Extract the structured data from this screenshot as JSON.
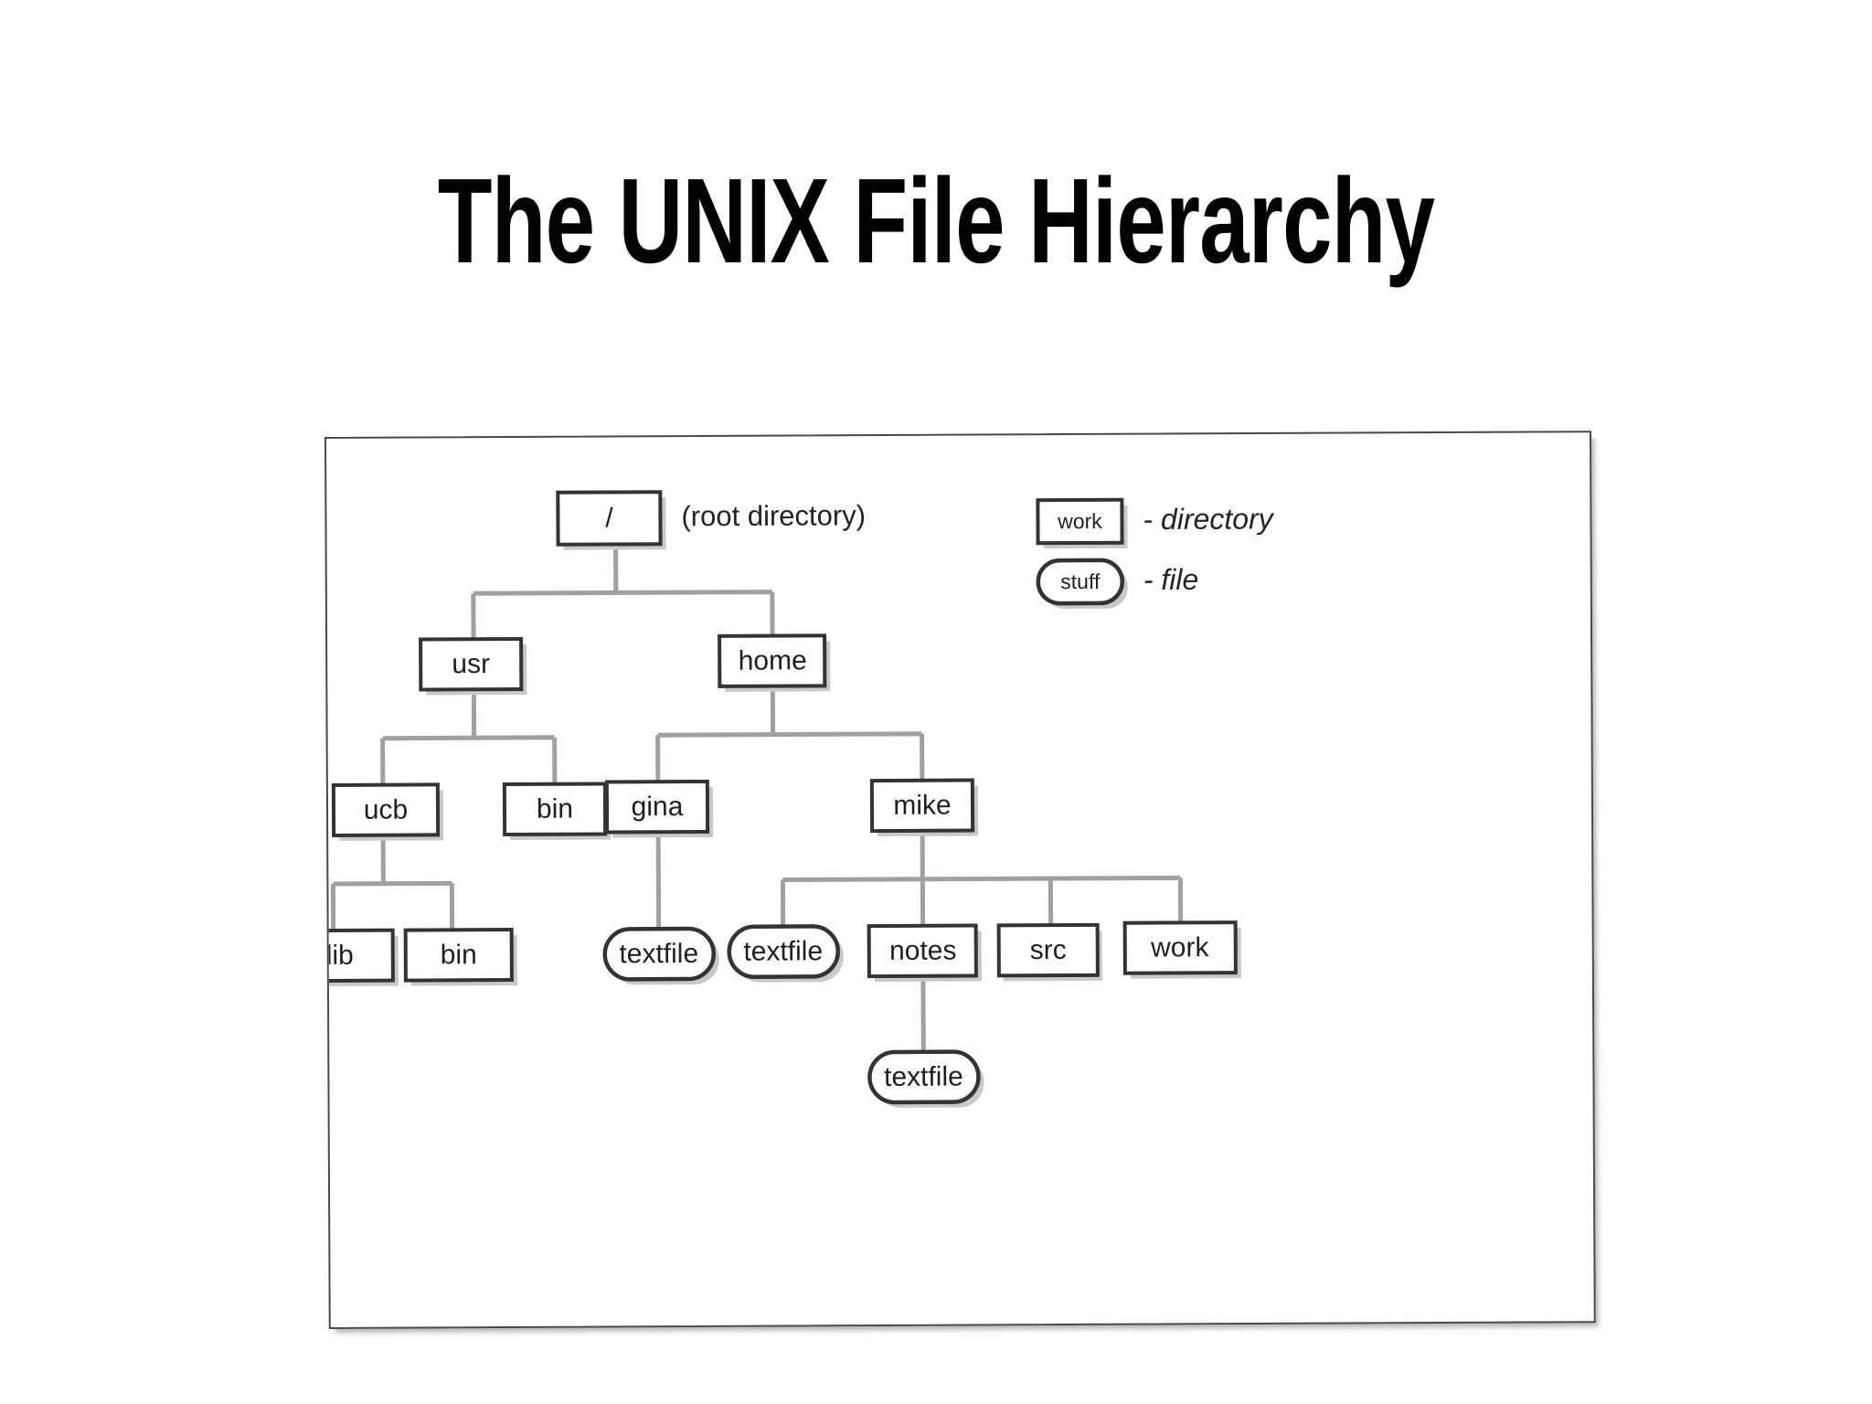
{
  "slide": {
    "title": "The UNIX File Hierarchy",
    "background_color": "#ffffff",
    "title_color": "#000000"
  },
  "diagram": {
    "frame_border_color": "#4a4a4a",
    "connector_color": "#a0a0a0",
    "node_border_color": "#333333",
    "node_fill_color": "#ffffff",
    "root_annotation": "(root directory)",
    "legend": [
      {
        "sample_label": "work",
        "shape": "rect",
        "description": "- directory"
      },
      {
        "sample_label": "stuff",
        "shape": "pill",
        "description": "- file"
      }
    ],
    "nodes": [
      {
        "id": "root",
        "label": "/",
        "type": "directory",
        "level": 0
      },
      {
        "id": "usr",
        "label": "usr",
        "type": "directory",
        "level": 1,
        "parent": "root"
      },
      {
        "id": "home",
        "label": "home",
        "type": "directory",
        "level": 1,
        "parent": "root"
      },
      {
        "id": "ucb",
        "label": "ucb",
        "type": "directory",
        "level": 2,
        "parent": "usr"
      },
      {
        "id": "usr-bin",
        "label": "bin",
        "type": "directory",
        "level": 2,
        "parent": "usr"
      },
      {
        "id": "gina",
        "label": "gina",
        "type": "directory",
        "level": 2,
        "parent": "home"
      },
      {
        "id": "mike",
        "label": "mike",
        "type": "directory",
        "level": 2,
        "parent": "home"
      },
      {
        "id": "ucb-lib",
        "label": "lib",
        "type": "directory",
        "level": 3,
        "parent": "ucb"
      },
      {
        "id": "ucb-bin",
        "label": "bin",
        "type": "directory",
        "level": 3,
        "parent": "ucb"
      },
      {
        "id": "gina-text",
        "label": "textfile",
        "type": "file",
        "level": 3,
        "parent": "gina"
      },
      {
        "id": "mike-text",
        "label": "textfile",
        "type": "file",
        "level": 3,
        "parent": "mike"
      },
      {
        "id": "mike-notes",
        "label": "notes",
        "type": "directory",
        "level": 3,
        "parent": "mike"
      },
      {
        "id": "mike-src",
        "label": "src",
        "type": "directory",
        "level": 3,
        "parent": "mike"
      },
      {
        "id": "mike-work",
        "label": "work",
        "type": "directory",
        "level": 3,
        "parent": "mike"
      },
      {
        "id": "notes-text",
        "label": "textfile",
        "type": "file",
        "level": 4,
        "parent": "mike-notes"
      }
    ]
  }
}
